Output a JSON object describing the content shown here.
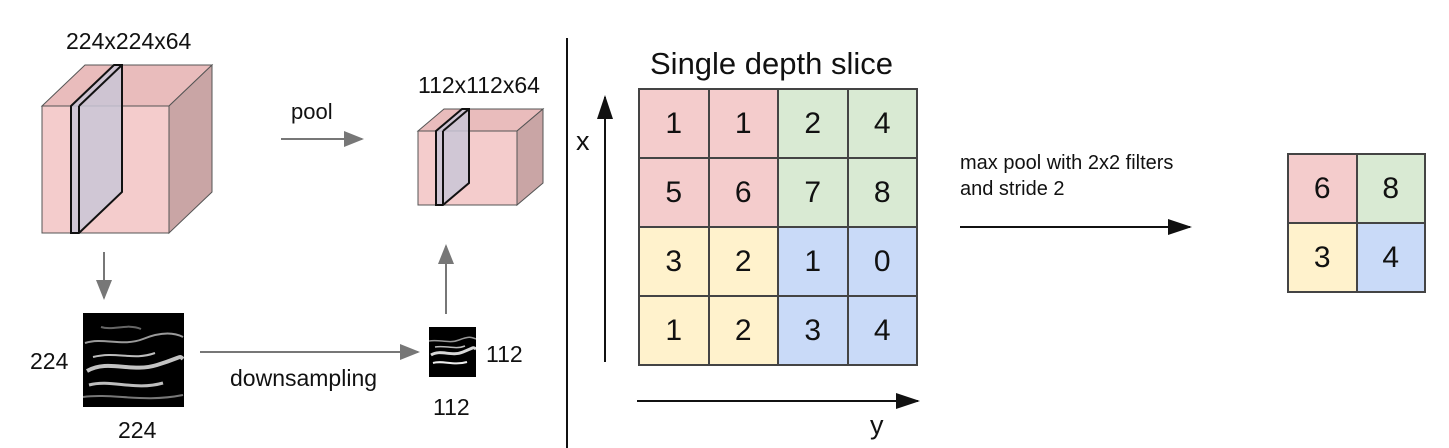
{
  "labels": {
    "volume_dims": "224x224x64",
    "pool": "pool",
    "pooled_dims": "112x112x64",
    "image_height": "224",
    "image_width": "224",
    "downsampling": "downsampling",
    "small_height": "112",
    "small_width": "112",
    "slice_title": "Single depth slice",
    "axis_x": "x",
    "axis_y": "y",
    "max_pool_line1": "max pool with 2x2 filters",
    "max_pool_line2": "and stride 2"
  },
  "colors": {
    "cube_front": "#f4cccc",
    "cube_side": "#c9a5a5",
    "cube_top": "#e9bcbc",
    "slice_fill": "#c9c5d6",
    "red": "#f4cccc",
    "green": "#d9ead3",
    "yellow": "#fff2cc",
    "blue": "#c9daf8",
    "arrow_gray": "#777777",
    "arrow_dark": "#111111"
  },
  "input_grid": {
    "rows": [
      [
        "1",
        "1",
        "2",
        "4"
      ],
      [
        "5",
        "6",
        "7",
        "8"
      ],
      [
        "3",
        "2",
        "1",
        "0"
      ],
      [
        "1",
        "2",
        "3",
        "4"
      ]
    ],
    "cell_colors": [
      [
        "red",
        "red",
        "green",
        "green"
      ],
      [
        "red",
        "red",
        "green",
        "green"
      ],
      [
        "yellow",
        "yellow",
        "blue",
        "blue"
      ],
      [
        "yellow",
        "yellow",
        "blue",
        "blue"
      ]
    ]
  },
  "output_grid": {
    "rows": [
      [
        "6",
        "8"
      ],
      [
        "3",
        "4"
      ]
    ],
    "cell_colors": [
      [
        "red",
        "green"
      ],
      [
        "yellow",
        "blue"
      ]
    ]
  }
}
